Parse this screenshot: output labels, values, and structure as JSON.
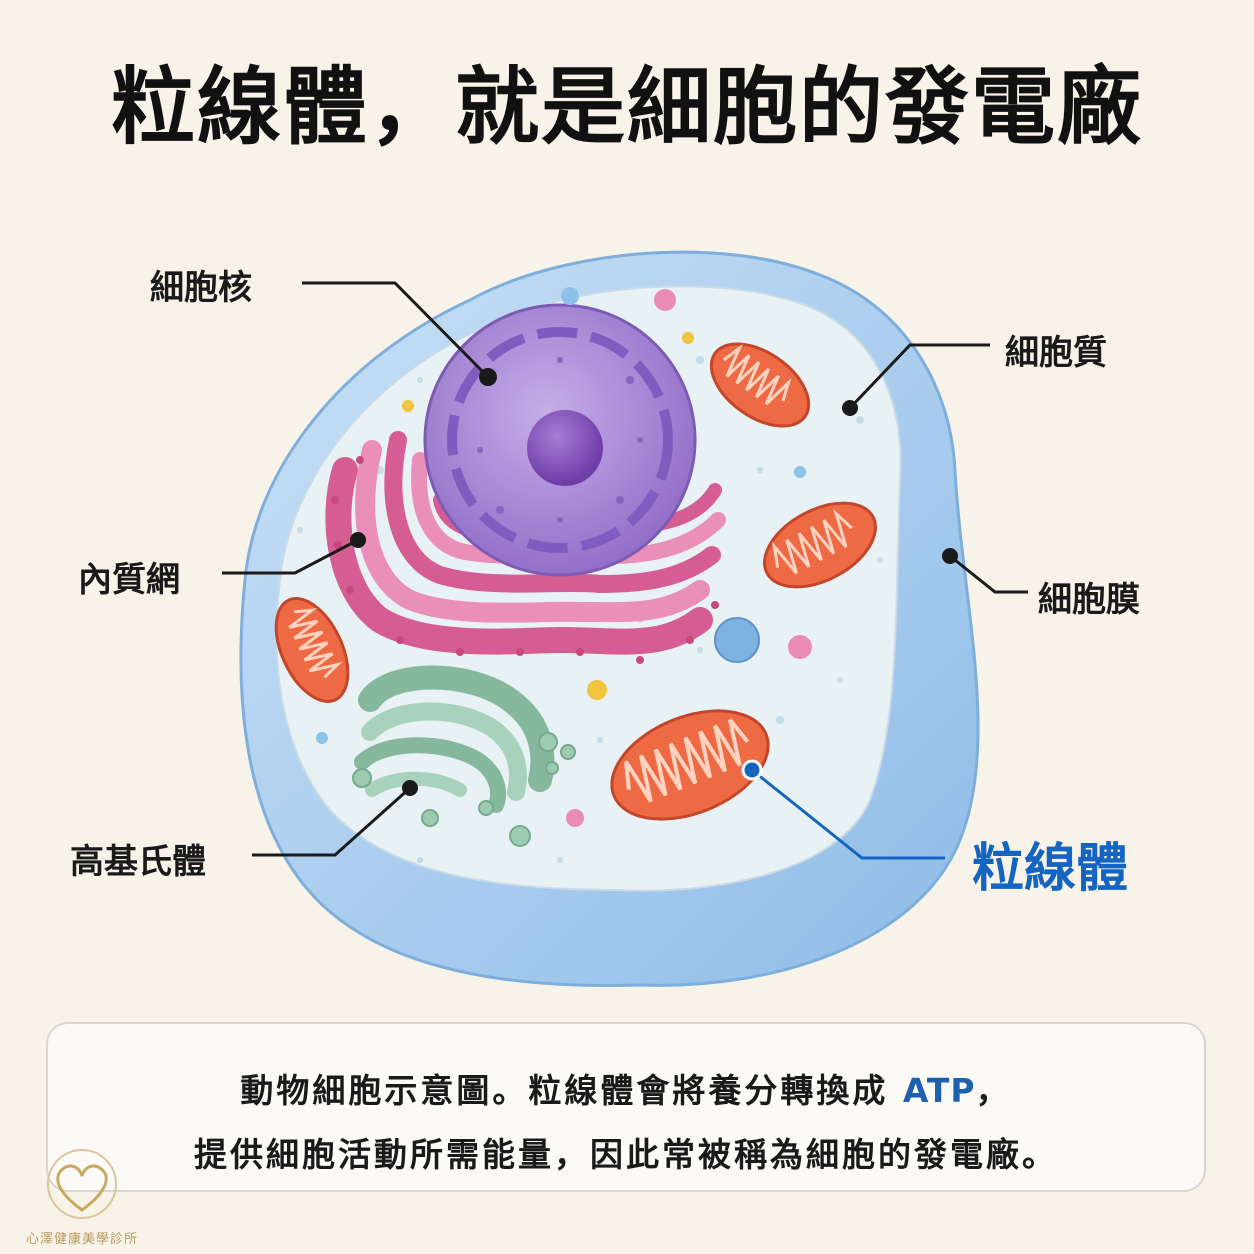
{
  "title": "粒線體，就是細胞的發電廠",
  "labels": {
    "nucleus": "細胞核",
    "cytoplasm": "細胞質",
    "er": "內質網",
    "membrane": "細胞膜",
    "golgi": "高基氏體",
    "mitochondria": "粒線體"
  },
  "caption": {
    "line1_prefix": "動物細胞示意圖。粒線體會將養分轉換成 ",
    "line1_atp": "ATP",
    "line1_suffix": "，",
    "line2": "提供細胞活動所需能量，因此常被稱為細胞的發電廠。"
  },
  "logo_text": "心澤健康美學診所",
  "colors": {
    "highlight": "#1565c0",
    "background": "#f8f3e8",
    "membrane": "#a9cdee",
    "cytoplasm": "#e8f0f4",
    "nucleus": "#a98ad6",
    "er": "#e07aa8",
    "golgi": "#9ccbb2",
    "mitochondria": "#ee6a45"
  }
}
